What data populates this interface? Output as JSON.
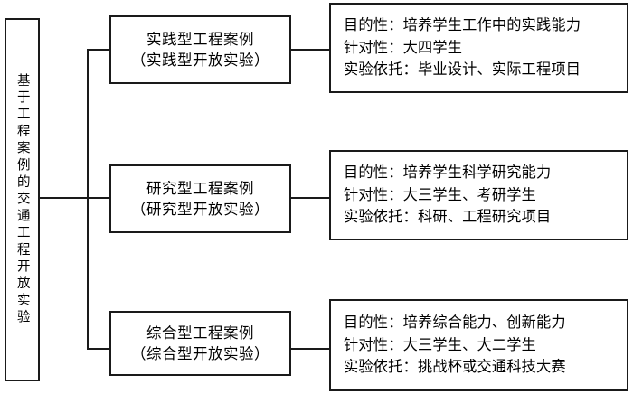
{
  "diagram": {
    "title_root": "基于工程案例的交通工程开放实验",
    "root": {
      "label": "基于工程案例的交通工程开放实验"
    },
    "branches": [
      {
        "category": {
          "line1": "实践型工程案例",
          "line2": "（实践型开放实验）"
        },
        "detail": {
          "row1_label": "目的性：",
          "row1_value": "培养学生工作中的实践能力",
          "row2_label": "针对性：",
          "row2_value": "大四学生",
          "row3_label": "实验依托：",
          "row3_value": "毕业设计、实际工程项目"
        }
      },
      {
        "category": {
          "line1": "研究型工程案例",
          "line2": "（研究型开放实验）"
        },
        "detail": {
          "row1_label": "目的性：",
          "row1_value": "培养学生科学研究能力",
          "row2_label": "针对性：",
          "row2_value": "大三学生、考研学生",
          "row3_label": "实验依托：",
          "row3_value": "科研、工程研究项目"
        }
      },
      {
        "category": {
          "line1": "综合型工程案例",
          "line2": "（综合型开放实验）"
        },
        "detail": {
          "row1_label": "目的性：",
          "row1_value": "培养综合能力、创新能力",
          "row2_label": "针对性：",
          "row2_value": "大三学生、大二学生",
          "row3_label": "实验依托：",
          "row3_value": "挑战杯或交通科技大赛"
        }
      }
    ],
    "colors": {
      "stroke": "#1a1a1a",
      "background": "#ffffff",
      "text": "#000000"
    }
  }
}
